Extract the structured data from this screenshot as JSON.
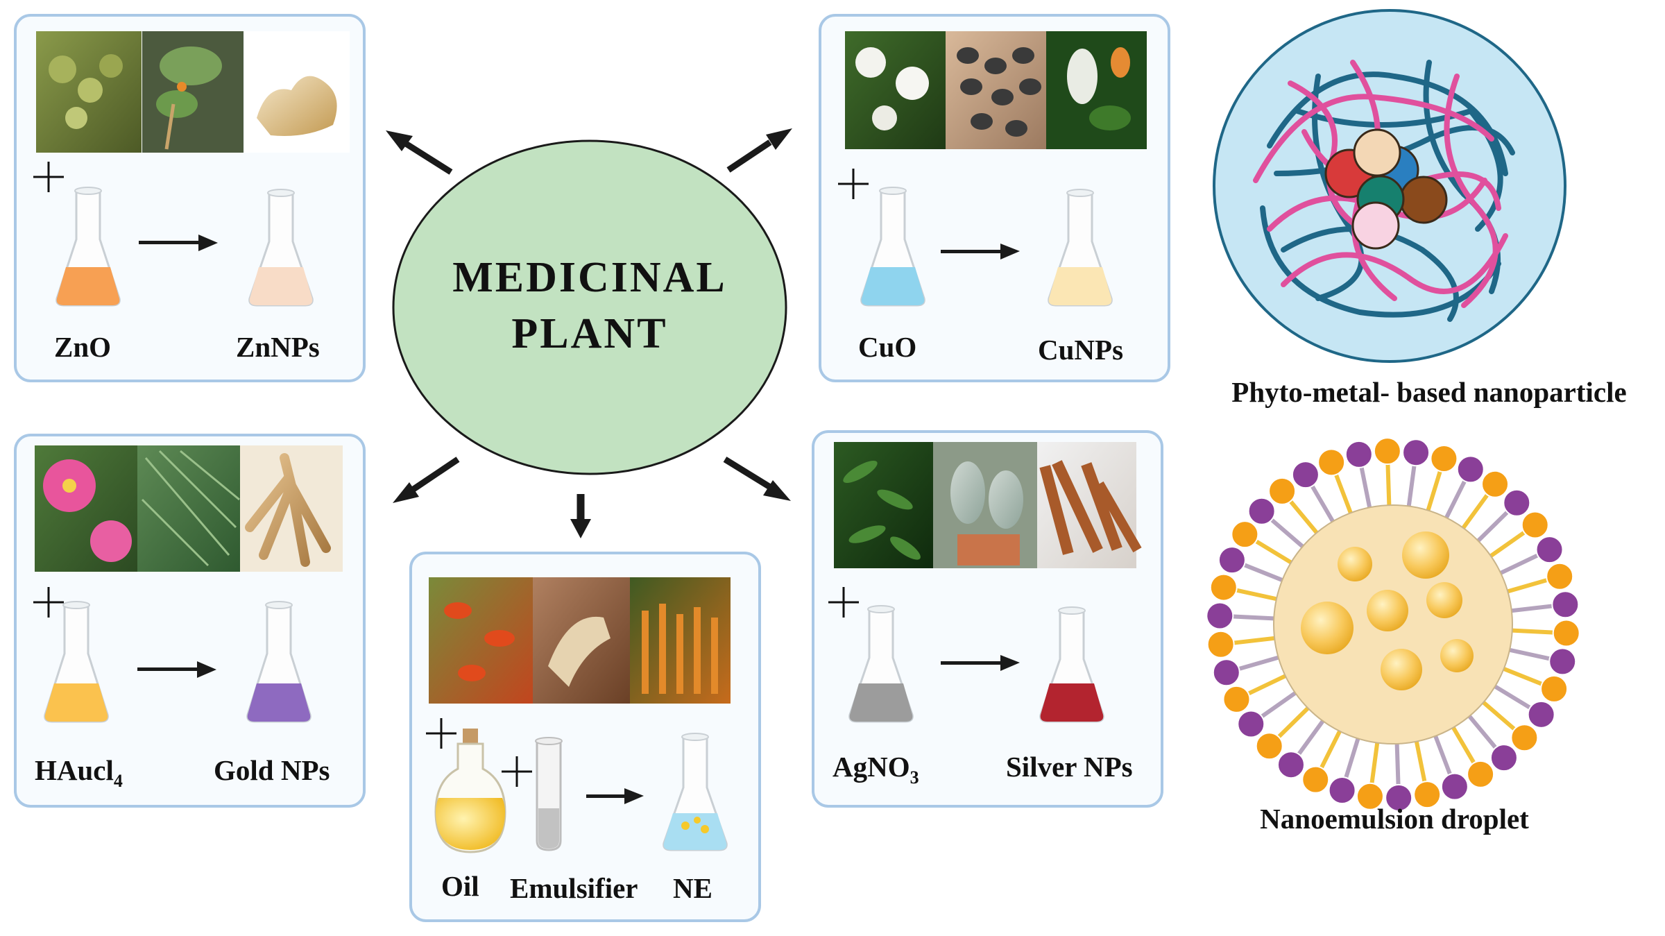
{
  "center": {
    "line1": "MEDICINAL",
    "line2": "PLANT"
  },
  "panels": [
    {
      "id": "zn",
      "reactant": "ZnO",
      "product": "ZnNPs",
      "reactant_color": "#f7a053",
      "product_color": "#f8dcc7"
    },
    {
      "id": "cu",
      "reactant": "CuO",
      "product": "CuNPs",
      "reactant_color": "#8fd4ee",
      "product_color": "#fbe6b4"
    },
    {
      "id": "au",
      "reactant": "HAucl",
      "reactant_sub": "4",
      "product": "Gold NPs",
      "reactant_color": "#fbc24e",
      "product_color": "#8e6ac0"
    },
    {
      "id": "ag",
      "reactant": "AgNO",
      "reactant_sub": "3",
      "product": "Silver NPs",
      "reactant_color": "#9c9c9c",
      "product_color": "#b3242f"
    },
    {
      "id": "ne",
      "ingredients": [
        "Oil",
        "Emulsifier",
        "NE"
      ],
      "product_color": "#a9def2"
    }
  ],
  "figures": {
    "nanoparticle_caption": "Phyto-metal- based nanoparticle",
    "nanoemulsion_caption": "Nanoemulsion droplet"
  },
  "colors": {
    "panel_border": "#a9c8e6",
    "panel_fill": "#f7fbfe",
    "center_fill": "#c2e2c1",
    "center_stroke": "#1a1a1a",
    "arrow": "#1a1a1a",
    "nanoparticle_bg": "#c6e6f4",
    "strand_blue": "#1f6787",
    "strand_pink": "#e0509d",
    "droplet_core": "#f8e2b5",
    "droplet_head_orange": "#f59f16",
    "droplet_head_purple": "#8a3f98",
    "droplet_tail_yellow": "#f2c23a",
    "droplet_tail_gray": "#b4a3bd"
  },
  "icons": [
    "plus-icon",
    "flask-icon",
    "test-tube-icon",
    "oil-bottle-icon",
    "reaction-arrow-icon",
    "plant-photo-icon"
  ]
}
